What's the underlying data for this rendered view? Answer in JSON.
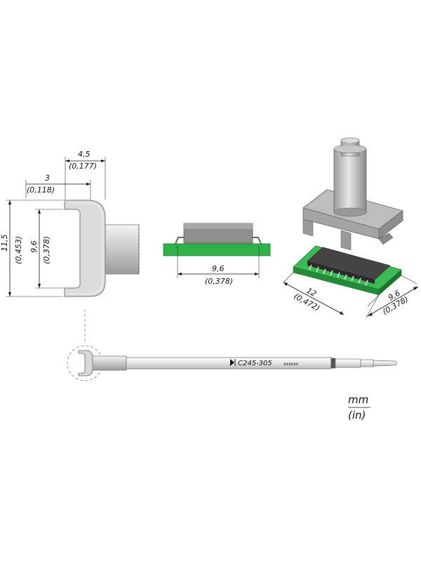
{
  "side_view": {
    "width_tip": {
      "mm": "4,5",
      "in": "(0,177)"
    },
    "wall": {
      "mm": "3",
      "in": "(0,118)"
    },
    "height_outer": {
      "mm": "11,5",
      "in": "(0,453)"
    },
    "height_inner": {
      "mm": "9,6",
      "in": "(0,378)"
    }
  },
  "component_view": {
    "width": {
      "mm": "9,6",
      "in": "(0,378)"
    }
  },
  "iso_view": {
    "length": {
      "mm": "12",
      "in": "(0,472)"
    },
    "width": {
      "mm": "9,6",
      "in": "(0,378)"
    }
  },
  "cartridge": {
    "model": "C245-305",
    "serial": "xxxxxx"
  },
  "units": {
    "primary": "mm",
    "secondary": "(in)"
  },
  "colors": {
    "pcb_green": "#2fb24a",
    "metal_gray": "#c9c9c9",
    "chip_dark": "#3a3a3a"
  }
}
